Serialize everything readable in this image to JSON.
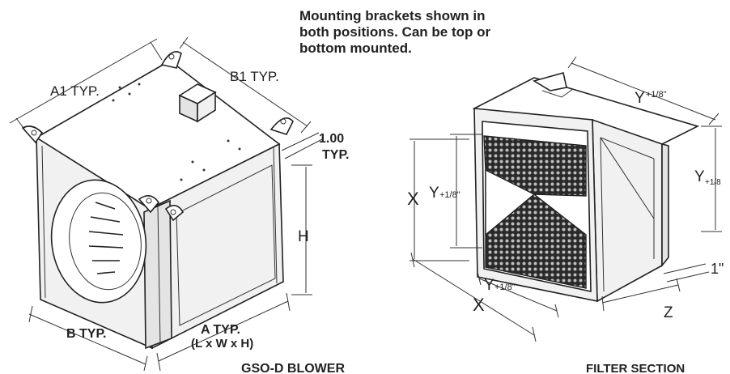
{
  "note": {
    "line1": "Mounting brackets shown in",
    "line2": "both positions. Can be top or",
    "line3": "bottom mounted."
  },
  "blower": {
    "caption": "GSO-D BLOWER",
    "a1": "A1 TYP.",
    "b1": "B1 TYP.",
    "gap_value": "1.00",
    "gap_typ": "TYP.",
    "h": "H",
    "b": "B TYP.",
    "a": "A TYP.",
    "lwh": "(L x W x H)"
  },
  "filter": {
    "caption": "FILTER SECTION",
    "x_left": "X",
    "x_bottom": "X",
    "y_top": "Y",
    "y_top_sup": "+1/8\"",
    "y_right": "Y",
    "y_right_sup": "+1/8",
    "y_inner": "Y",
    "y_inner_sup": "+1/8\"",
    "y_bottom": "Y",
    "y_bottom_sup": "+1/8\"",
    "one_inch": "1\"",
    "z": "Z"
  },
  "colors": {
    "ink": "#222222",
    "shade": "#e4e4e4",
    "light": "#f1f1f1"
  }
}
